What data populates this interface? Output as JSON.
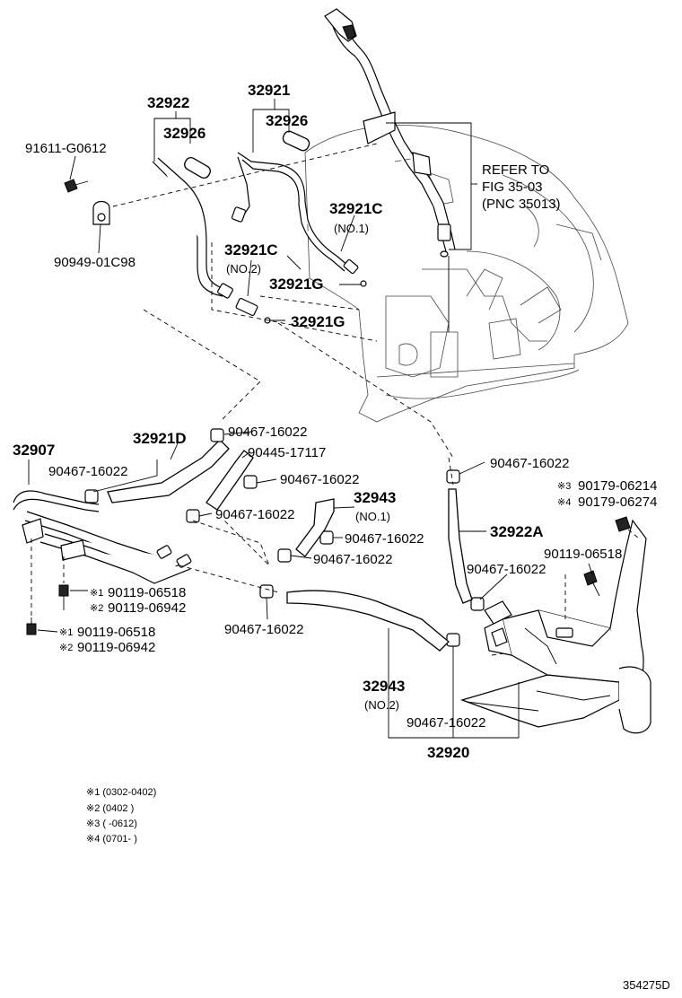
{
  "diagram_id": "354275D",
  "labels": {
    "p32922": "32922",
    "p32921": "32921",
    "p32926a": "32926",
    "p32926b": "32926",
    "p91611": "91611-G0612",
    "p90949": "90949-01C98",
    "refer1": "REFER TO",
    "refer2": "FIG 35-03",
    "refer3": "(PNC 35013)",
    "p32921c_a": "32921C",
    "no1_a": "(NO.1)",
    "p32921c_b": "32921C",
    "no2_a": "(NO.2)",
    "p32921g_a": "32921G",
    "p32921g_b": "32921G",
    "p32907": "32907",
    "p32921d": "32921D",
    "c1": "90467-16022",
    "c2": "90445-17117",
    "c3": "90467-16022",
    "c4": "90467-16022",
    "c5": "90467-16022",
    "c6": "90467-16022",
    "c7": "90467-16022",
    "c8": "90467-16022",
    "c9": "90467-16022",
    "c10": "90467-16022",
    "c11": "90467-16022",
    "p32943a": "32943",
    "no1_b": "(NO.1)",
    "p32922a": "32922A",
    "b1_mark": "※3",
    "b1": "90179-06214",
    "b2_mark": "※4",
    "b2": "90179-06274",
    "b3": "90119-06518",
    "s1a_mark": "※1",
    "s1a": "90119-06518",
    "s2a_mark": "※2",
    "s2a": "90119-06942",
    "s1b_mark": "※1",
    "s1b": "90119-06518",
    "s2b_mark": "※2",
    "s2b": "90119-06942",
    "p32943b": "32943",
    "no2_b": "(NO.2)",
    "p32920": "32920"
  },
  "notes": [
    "※1 (0302-0402)",
    "※2 (0402      )",
    "※3 (      -0612)",
    "※4 (0701-      )"
  ]
}
